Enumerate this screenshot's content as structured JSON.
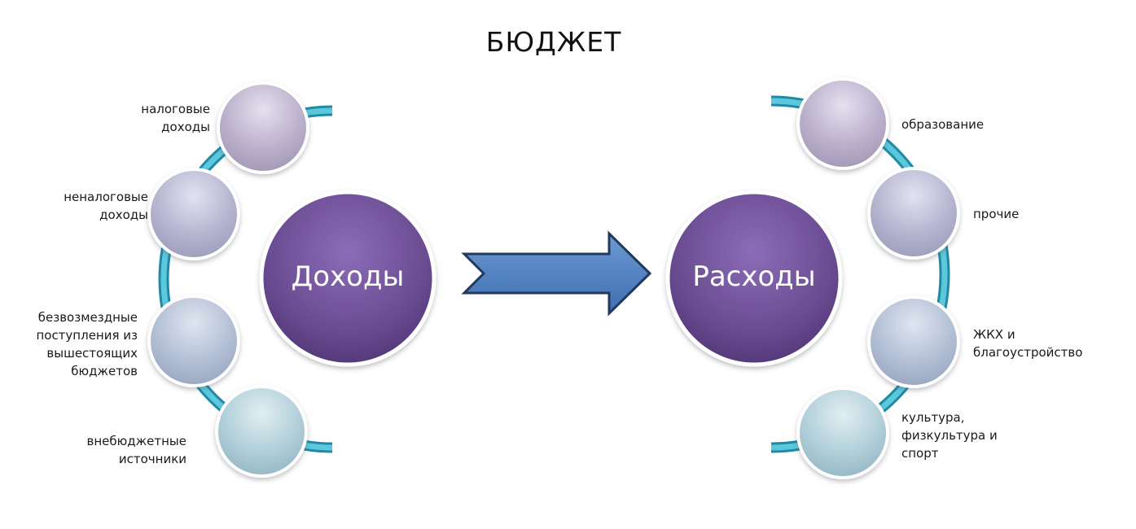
{
  "title": "БЮДЖЕТ",
  "income": {
    "hub_label": "Доходы",
    "items": [
      {
        "label": "налоговые\nдоходы"
      },
      {
        "label": "неналоговые\nдоходы"
      },
      {
        "label": "безвозмездные\nпоступления из\nвышестоящих\nбюджетов"
      },
      {
        "label": "внебюджетные\nисточники"
      }
    ]
  },
  "expenses": {
    "hub_label": "Расходы",
    "items": [
      {
        "label": "образование"
      },
      {
        "label": "прочие"
      },
      {
        "label": "ЖКХ и\nблагоустройство"
      },
      {
        "label": "культура,\nфизкультура и\nспорт"
      }
    ]
  },
  "colors": {
    "hub": "#6b4e94",
    "arrow": "#4f7fc0",
    "arrow_outline": "#243b5c",
    "connector": "#3cb4cc",
    "node_top": "#b9aecb",
    "node_bottom": "#b5d4de"
  }
}
